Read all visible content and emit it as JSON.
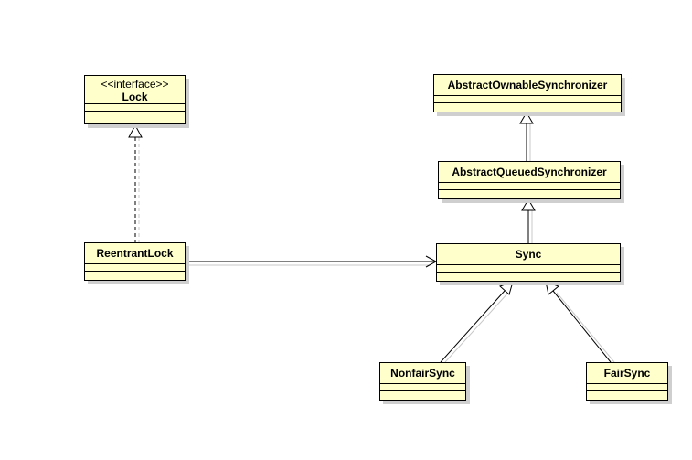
{
  "diagram": {
    "classes": {
      "lock": {
        "stereotype": "<<interface>>",
        "name": "Lock"
      },
      "reentrant_lock": {
        "name": "ReentrantLock"
      },
      "aos": {
        "name": "AbstractOwnableSynchronizer"
      },
      "aqs": {
        "name": "AbstractQueuedSynchronizer"
      },
      "sync": {
        "name": "Sync"
      },
      "nonfair_sync": {
        "name": "NonfairSync"
      },
      "fair_sync": {
        "name": "FairSync"
      }
    },
    "relations": [
      {
        "from": "ReentrantLock",
        "to": "Lock",
        "kind": "realization"
      },
      {
        "from": "ReentrantLock",
        "to": "Sync",
        "kind": "association"
      },
      {
        "from": "AbstractQueuedSynchronizer",
        "to": "AbstractOwnableSynchronizer",
        "kind": "generalization"
      },
      {
        "from": "Sync",
        "to": "AbstractQueuedSynchronizer",
        "kind": "generalization"
      },
      {
        "from": "NonfairSync",
        "to": "Sync",
        "kind": "generalization"
      },
      {
        "from": "FairSync",
        "to": "Sync",
        "kind": "generalization"
      }
    ],
    "colors": {
      "class_fill": "#ffffcc",
      "line": "#000000",
      "shadow": "#cfcfcf"
    }
  }
}
